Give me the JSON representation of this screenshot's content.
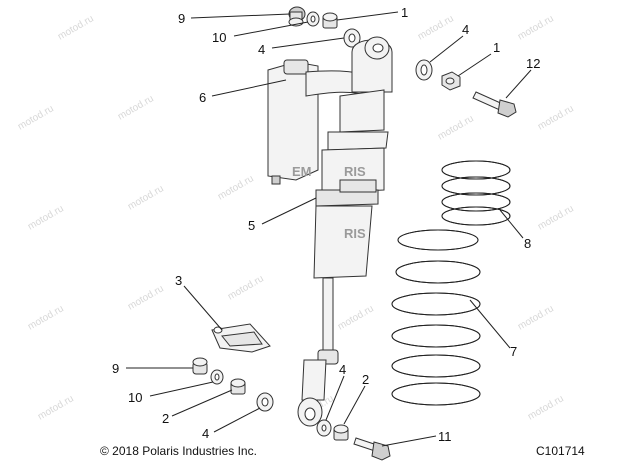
{
  "watermark_text": "motod.ru",
  "brand_text_1": "EM",
  "brand_text_2": "RIS",
  "brand_text_3": "RIS",
  "footer": {
    "copyright": "© 2018 Polaris Industries Inc.",
    "figure_id": "C101714"
  },
  "callouts": {
    "c9_top": "9",
    "c10_top": "10",
    "c1_top": "1",
    "c4_top": "4",
    "c4_right": "4",
    "c1_right": "1",
    "c12": "12",
    "c6": "6",
    "c5": "5",
    "c8": "8",
    "c3": "3",
    "c7": "7",
    "c9_bot": "9",
    "c10_bot": "10",
    "c2_left": "2",
    "c4_bot": "4",
    "c4_mid": "4",
    "c2_right": "2",
    "c11": "11"
  }
}
